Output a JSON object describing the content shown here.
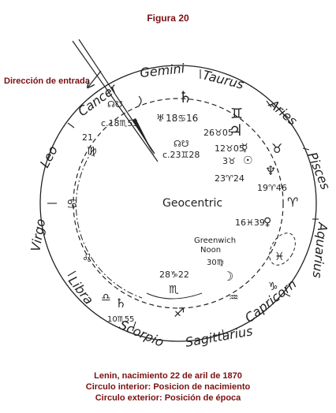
{
  "figure_title": "Figura 20",
  "entry_direction_label": "Dirección de entrada",
  "center_label": "Geocentric",
  "zodiac_signs": [
    "Gemini",
    "Taurus",
    "Aries",
    "Pisces",
    "Aquarius",
    "Capricorn",
    "Sagittarius",
    "Scorpio",
    "Libra",
    "Virgo",
    "Leo",
    "Cancer"
  ],
  "annotations": {
    "greenwich_line1": "Greenwich",
    "greenwich_line2": "Noon",
    "greenwich_value": "30♍",
    "node_upper": "c.18♏55",
    "node_lower": "c.23♊28",
    "uranus_pos": "18♋16",
    "jupiter_pos": "26♉05",
    "mercury_pos": "12♉05",
    "venus_pos": "3♉",
    "moon_pos": "23♈24",
    "neptune_pos": "19♈46",
    "mars_pos": "16♓39",
    "saturn_pos": "28♑22",
    "leo_deg": "21",
    "scorpio_deg": "10♏55"
  },
  "glyphs": {
    "saturn_top": "♄",
    "gemini_glyph": "♊",
    "jupiter": "♃",
    "mercury": "☿",
    "taurus": "♉",
    "sun": "☉",
    "neptune": "♆",
    "aries": "♈",
    "venus": "♀",
    "pisces": "♓",
    "cancer": "♋",
    "leo": "♌",
    "virgo": "♍",
    "libra": "♎",
    "scorpio": "♏",
    "saturn_lower": "♄",
    "sagittarius": "♐",
    "aquarius": "♒",
    "capricorn": "♑",
    "uranus": "♅",
    "nodes_upper": "☊☋",
    "nodes_lower": "☊☋",
    "moon": "☽"
  },
  "caption": {
    "line1": "Lenin, nacimiento 22 de aril de 1870",
    "line2": "Circulo interior: Posicion de nacimiento",
    "line3": "Circulo exterior: Posición de época"
  },
  "colors": {
    "title": "#7a1010",
    "caption": "#7a1010",
    "ink": "#222222"
  }
}
